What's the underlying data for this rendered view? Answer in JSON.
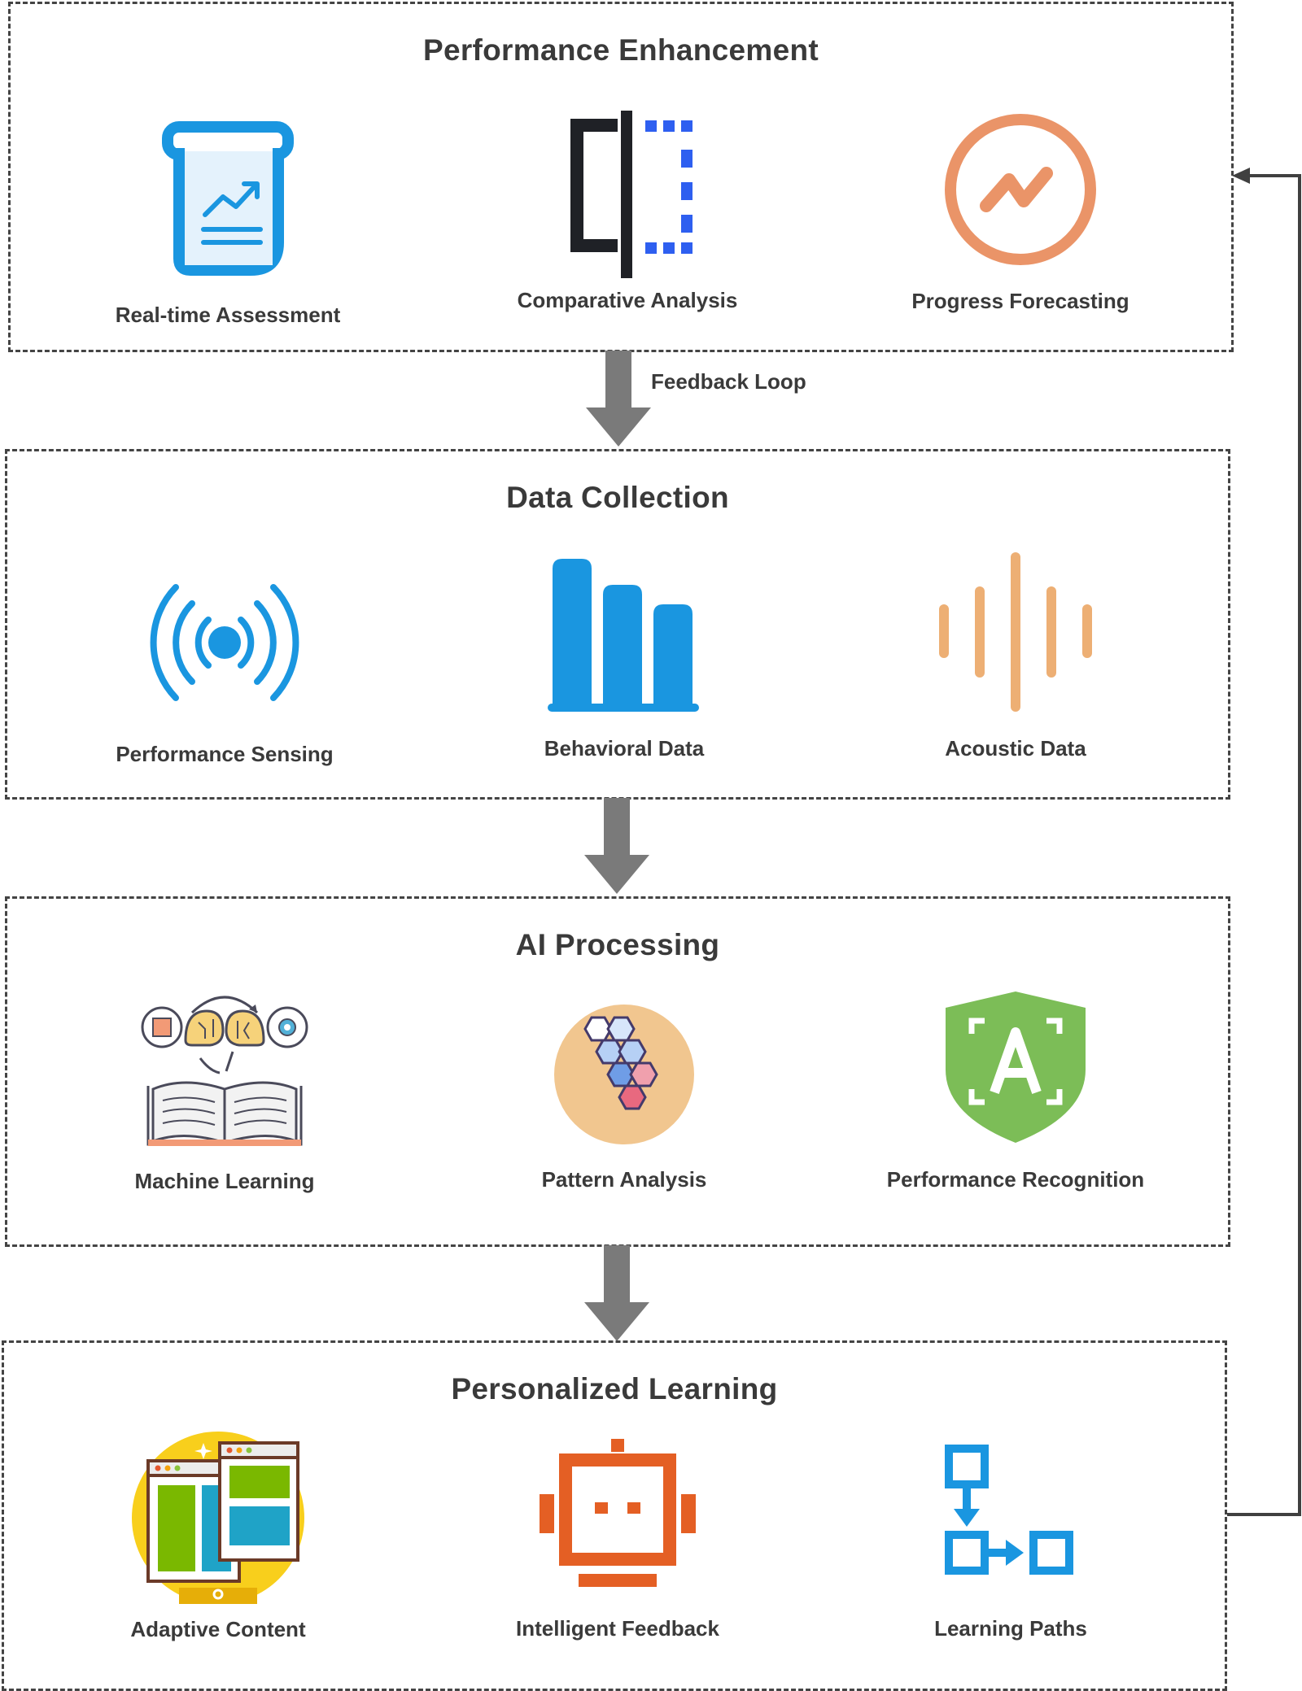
{
  "sections": [
    {
      "title": "Performance Enhancement",
      "items": [
        {
          "label": "Real-time Assessment",
          "icon": "report-chart-icon"
        },
        {
          "label": "Comparative Analysis",
          "icon": "split-compare-icon"
        },
        {
          "label": "Progress Forecasting",
          "icon": "trend-circle-icon"
        }
      ]
    },
    {
      "title": "Data Collection",
      "items": [
        {
          "label": "Performance Sensing",
          "icon": "broadcast-sensor-icon"
        },
        {
          "label": "Behavioral Data",
          "icon": "bar-chart-icon"
        },
        {
          "label": "Acoustic Data",
          "icon": "sound-wave-icon"
        }
      ]
    },
    {
      "title": "AI Processing",
      "items": [
        {
          "label": "Machine Learning",
          "icon": "brain-book-icon"
        },
        {
          "label": "Pattern Analysis",
          "icon": "hexagon-pattern-icon"
        },
        {
          "label": "Performance Recognition",
          "icon": "shield-letter-icon"
        }
      ]
    },
    {
      "title": "Personalized Learning",
      "items": [
        {
          "label": "Adaptive Content",
          "icon": "browser-windows-icon"
        },
        {
          "label": "Intelligent Feedback",
          "icon": "robot-face-icon"
        },
        {
          "label": "Learning Paths",
          "icon": "flow-path-icon"
        }
      ]
    }
  ],
  "connectors": {
    "feedback_label": "Feedback Loop"
  },
  "colors": {
    "border": "#444444",
    "arrow": "#7a7a7a",
    "blue": "#1a96e0",
    "orange": "#e87f3f",
    "tan": "#edaf74",
    "green": "#7cbd57"
  }
}
